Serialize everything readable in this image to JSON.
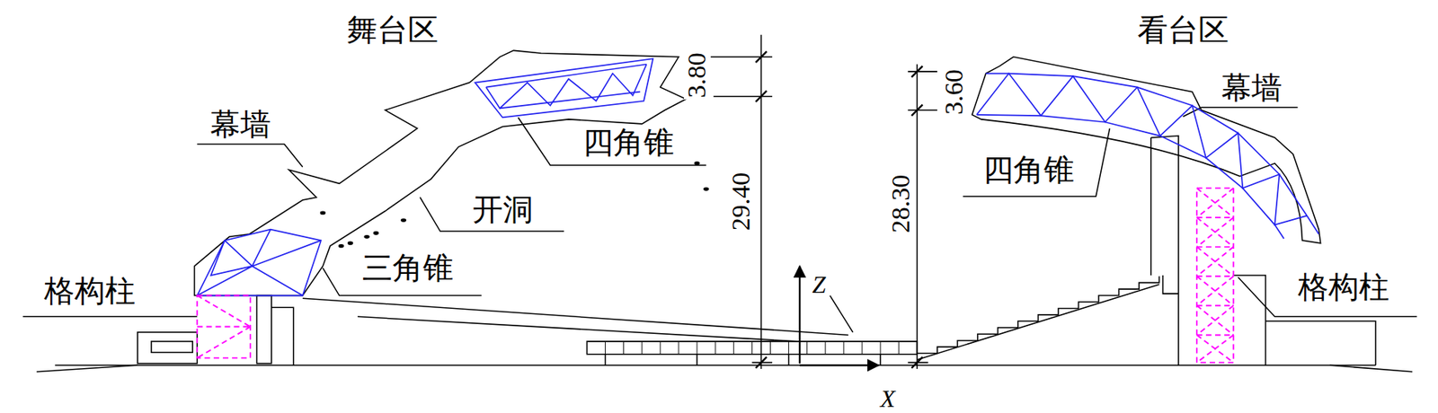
{
  "diagram": {
    "labels": [
      "舞台区",
      "看台区",
      "幕墙",
      "3.80",
      "四角锥",
      "3.60",
      "幕墙",
      "四角锥",
      "开洞",
      "29.40",
      "28.30",
      "三角锥",
      "格构柱",
      "Z",
      "格构柱",
      "X"
    ]
  }
}
